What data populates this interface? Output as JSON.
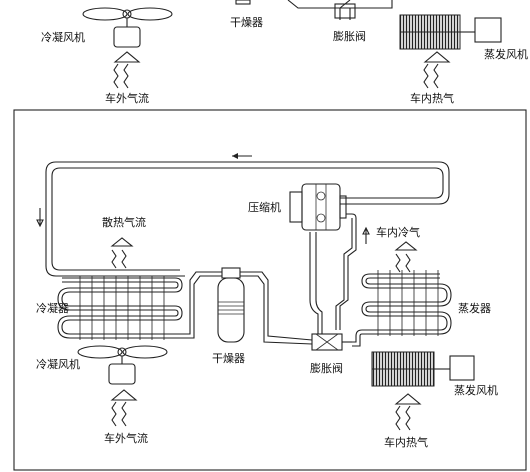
{
  "top_panel": {
    "condenser_fan": "冷凝风机",
    "dryer": "干燥器",
    "expansion_valve": "膨胀阀",
    "evaporator_fan": "蒸发风机",
    "outside_air": "车外气流",
    "cabin_heat": "车内热气"
  },
  "main_panel": {
    "heat_dissipation_air": "散热气流",
    "compressor": "压缩机",
    "cabin_cool_air": "车内冷气",
    "condenser": "冷凝器",
    "evaporator": "蒸发器",
    "dryer": "干燥器",
    "condenser_fan": "冷凝风机",
    "expansion_valve": "膨胀阀",
    "evaporator_fan": "蒸发风机",
    "outside_air": "车外气流",
    "cabin_heat": "车内热气"
  },
  "colors": {
    "line": "#222222",
    "background": "#ffffff"
  }
}
